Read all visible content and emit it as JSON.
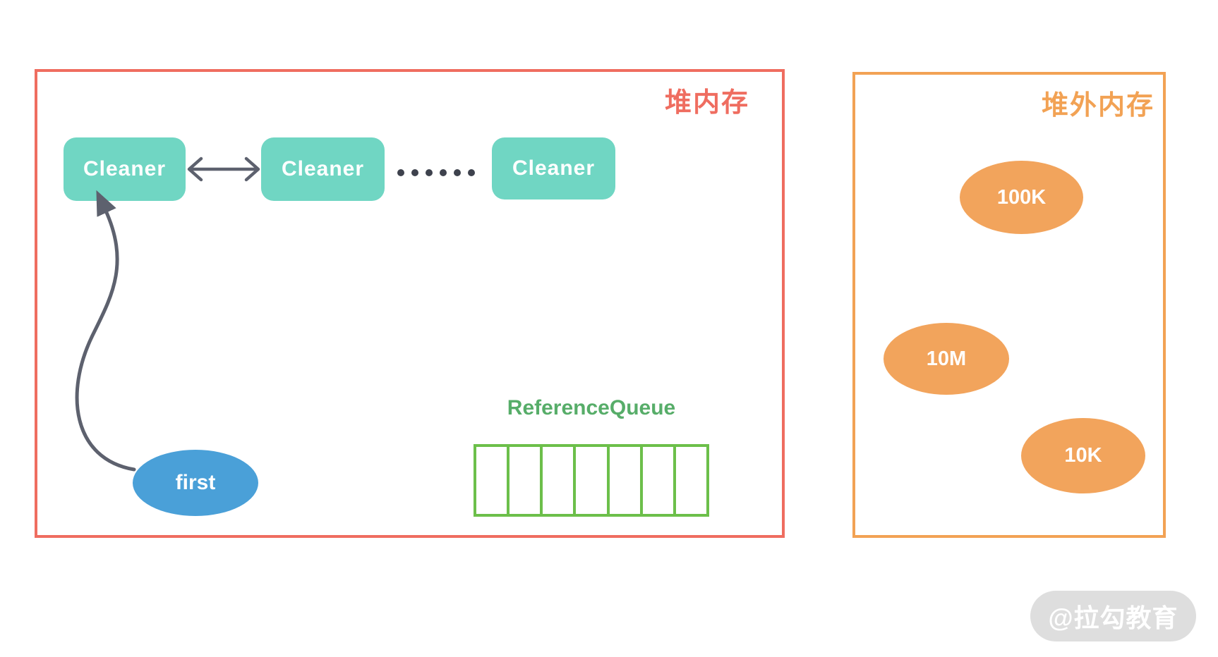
{
  "heap": {
    "title": "堆内存",
    "border_color": "#ef6d60",
    "cleaner_fill": "#70d6c3",
    "cleaners": [
      "Cleaner",
      "Cleaner",
      "Cleaner"
    ],
    "dots_count": 6,
    "first": {
      "label": "first",
      "fill": "#4aa0d8"
    },
    "reference_queue": {
      "label": "ReferenceQueue",
      "label_color": "#57ad69",
      "border_color": "#6cbf4a",
      "cells": 7
    }
  },
  "offheap": {
    "title": "堆外内存",
    "border_color": "#f2a254",
    "block_fill": "#f2a45c",
    "blocks": [
      {
        "label": "100K"
      },
      {
        "label": "10M"
      },
      {
        "label": "10K"
      }
    ]
  },
  "arrow_color": "#5d616e",
  "dot_color": "#3e424d",
  "watermark": {
    "text": "@拉勾教育",
    "bg": "#dcdcdc",
    "text_color": "#ffffff"
  }
}
